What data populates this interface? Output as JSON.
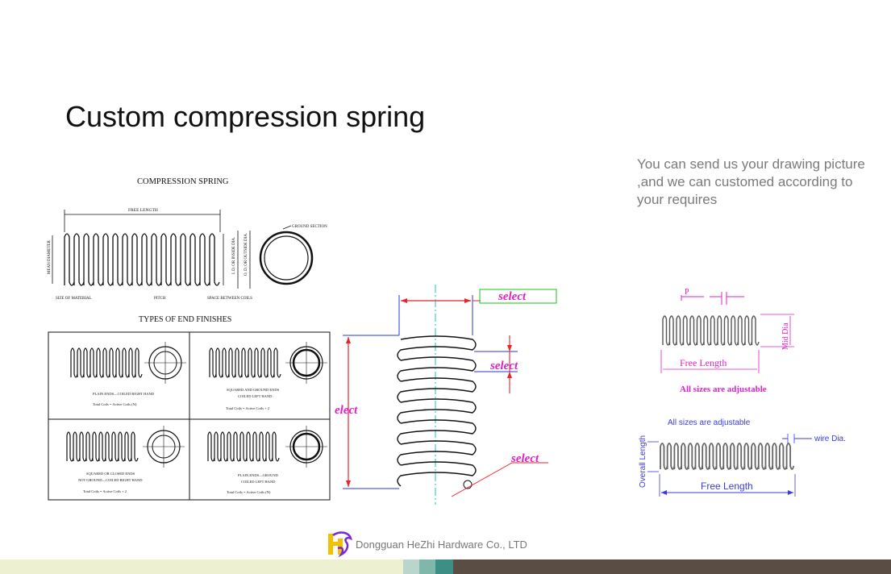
{
  "slide": {
    "title": "Custom compression spring",
    "note": "You can send us your drawing picture ,and we can customed according to your requires"
  },
  "drawing_left": {
    "heading": "COMPRESSION SPRING",
    "free_length": "FREE LENGTH",
    "ground_section": "GROUND SECTION",
    "mean_diameter": "MEAN DIAMETER",
    "id_or_inside_dia": "I. D. OR INSIDE DIA.",
    "od_or_outside_dia": "O. D. OR OUTSIDE DIA.",
    "size_of_material": "SIZE OF MATERIAL",
    "pitch": "PITCH",
    "space_between_coils": "SPACE BETWEEN COILS",
    "types_heading": "TYPES OF END FINISHES",
    "cells": [
      {
        "line1": "PLAIN ENDS—COILED RIGHT HAND",
        "line2": "",
        "formula": "Total Coils = Active Coils (N)"
      },
      {
        "line1": "SQUARED AND GROUND ENDS",
        "line2": "COILED LEFT HAND",
        "formula": "Total Coils = Active Coils + 2"
      },
      {
        "line1": "SQUARED OR CLOSED ENDS",
        "line2": "NOT GROUND—COILED RIGHT HAND",
        "formula": "Total Coils = Active Coils + 2"
      },
      {
        "line1": "PLAIN ENDS—GROUND",
        "line2": "COILED LEFT HAND",
        "formula": "Total Coils = Active Coils (N)"
      }
    ]
  },
  "drawing_middle": {
    "select_top": "select",
    "select_right": "select",
    "elect_left": "elect",
    "select_bottom": "select"
  },
  "drawing_right_top": {
    "p_label": "P",
    "mid_dia": "Mid Dia",
    "free_length": "Free Length",
    "sizes_note": "All sizes are adjustable"
  },
  "drawing_right_bottom": {
    "sizes_note": "All sizes are adjustable",
    "wire_dia": "wire Dia.",
    "overall_length": "Overall Length",
    "free_length": "Free Length"
  },
  "footer": {
    "company": "Dongguan HeZhi Hardware Co., LTD"
  },
  "colors": {
    "bar_light": "#eef0d2",
    "bar_teal1": "#b9d5cc",
    "bar_teal2": "#7fb8ab",
    "bar_teal3": "#3d8f86",
    "bar_dark": "#5a4d44",
    "red": "#e8232a",
    "blue": "#2a36e6",
    "magenta": "#e020c8",
    "green_box": "#19c319"
  }
}
